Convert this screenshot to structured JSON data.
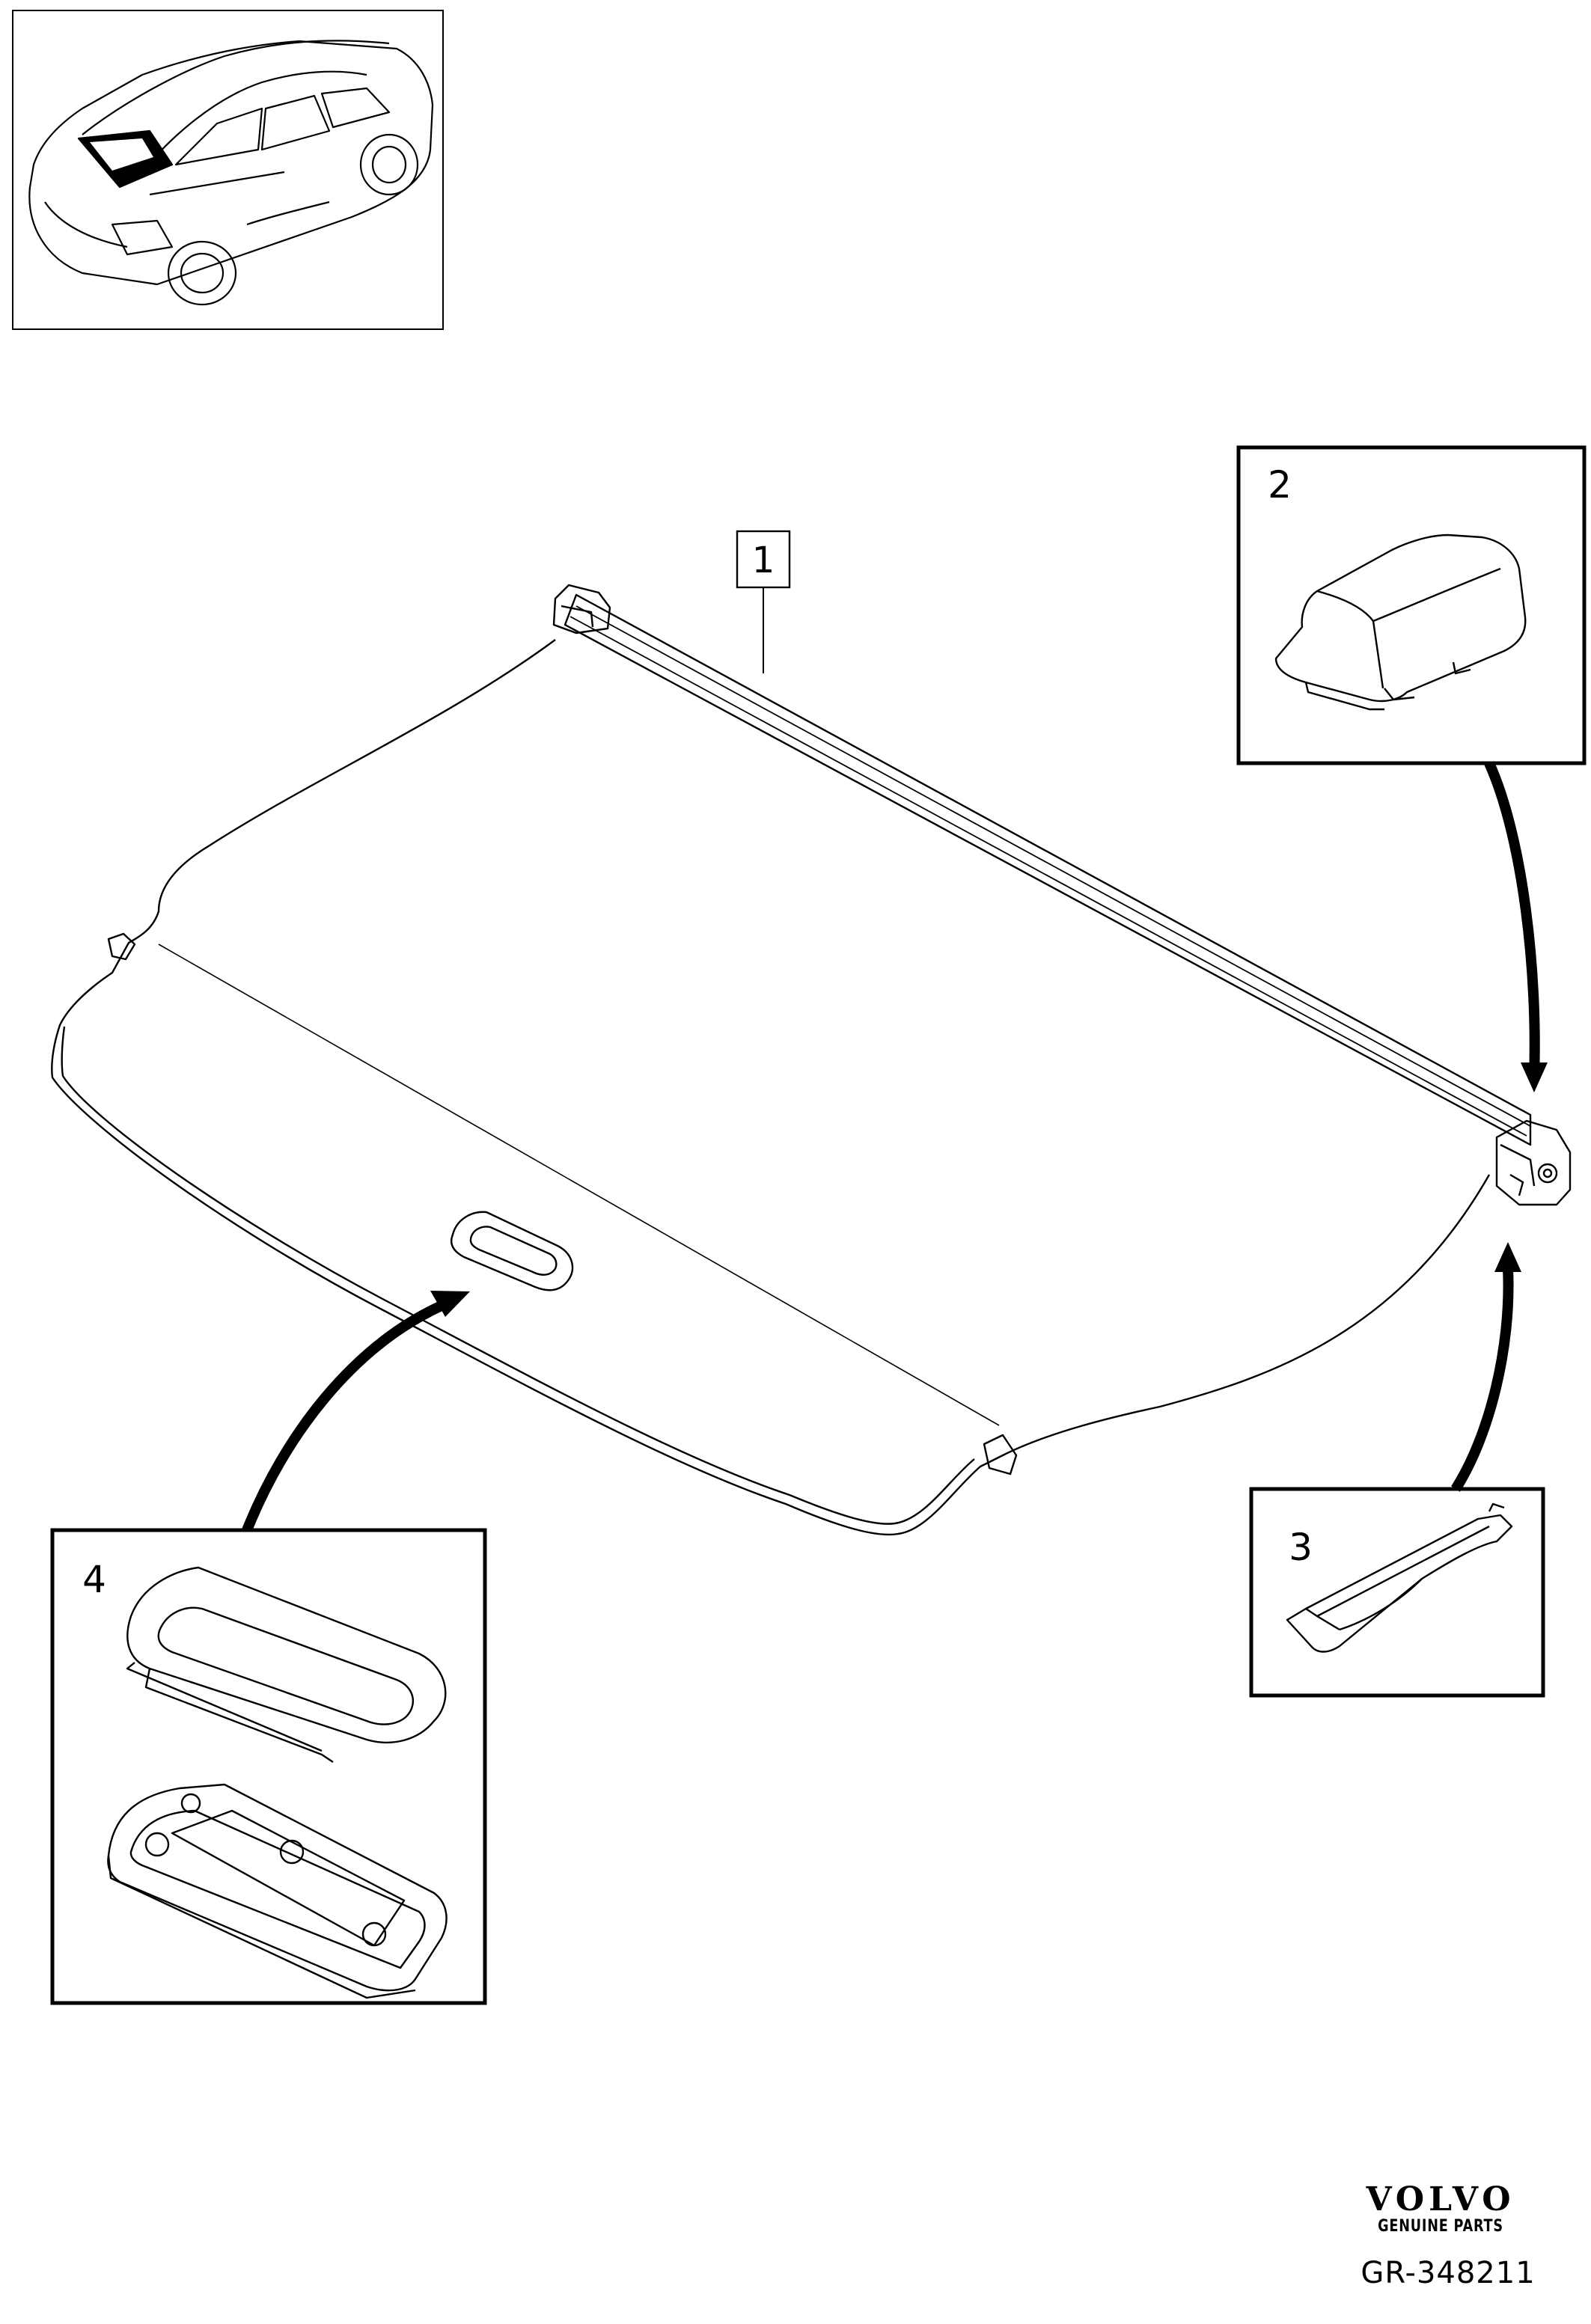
{
  "diagram": {
    "callouts": [
      {
        "id": "1",
        "label": "1"
      },
      {
        "id": "2",
        "label": "2"
      },
      {
        "id": "3",
        "label": "3"
      },
      {
        "id": "4",
        "label": "4"
      }
    ]
  },
  "footer": {
    "brand": "VOLVO",
    "brand_sub": "GENUINE PARTS",
    "reference": "GR-348211"
  },
  "colors": {
    "line": "#000000",
    "background": "#ffffff"
  }
}
